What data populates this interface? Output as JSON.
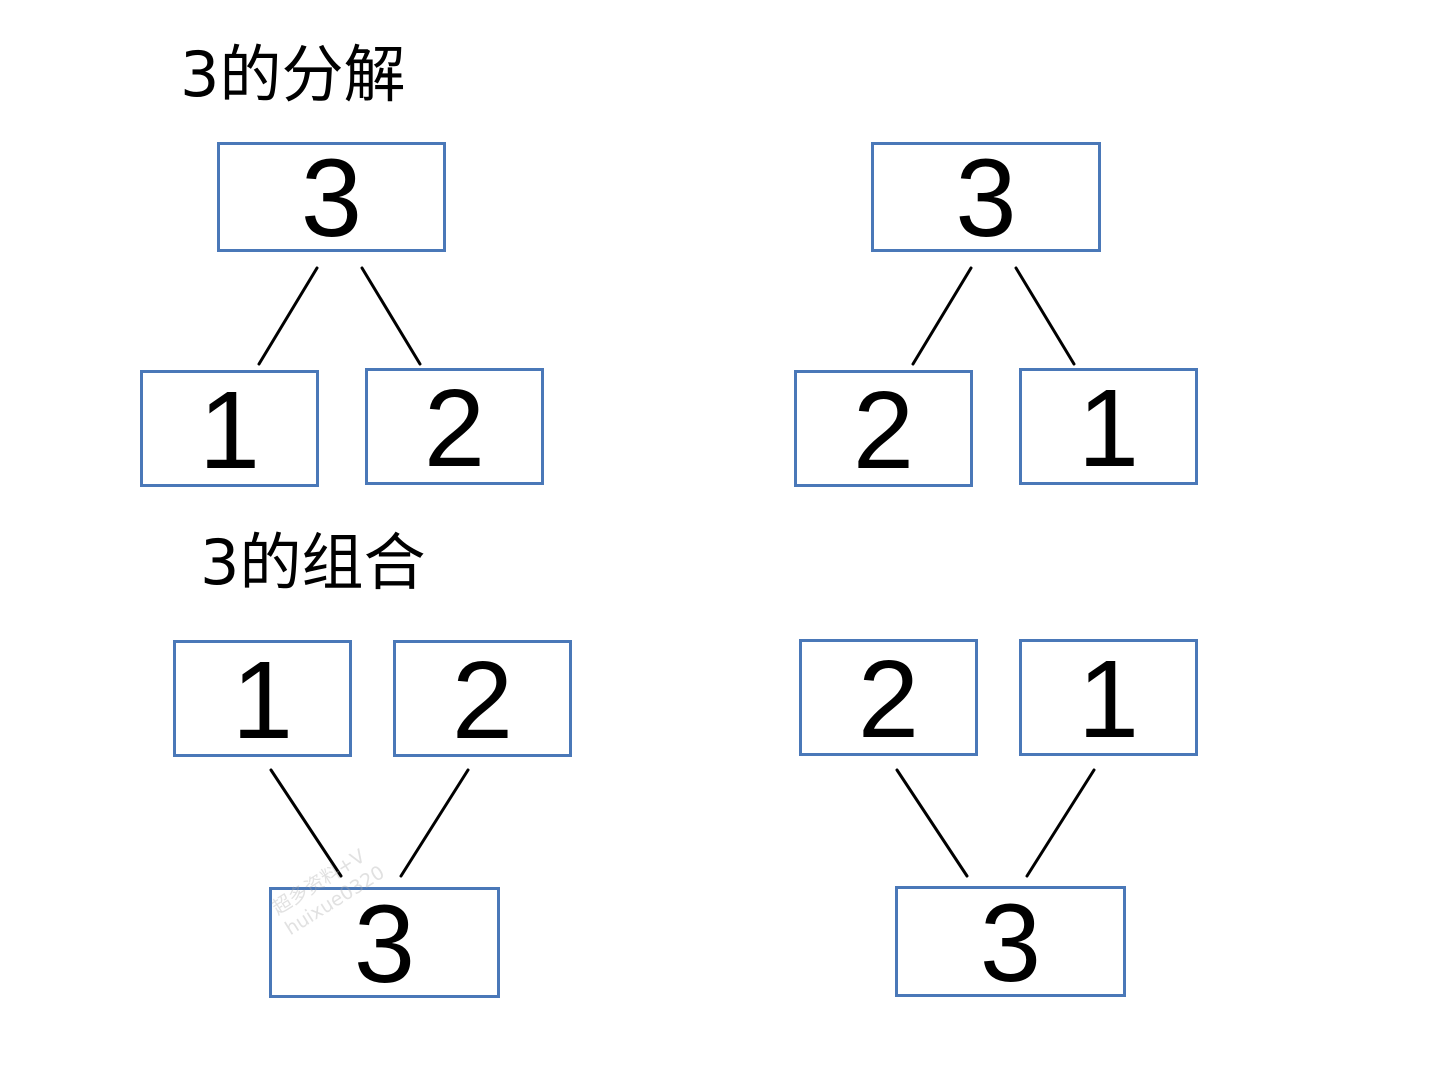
{
  "headings": {
    "decompose": "3的分解",
    "compose": "3的组合"
  },
  "decompose": [
    {
      "whole": "3",
      "part_left": "1",
      "part_right": "2"
    },
    {
      "whole": "3",
      "part_left": "2",
      "part_right": "1"
    }
  ],
  "compose": [
    {
      "part_left": "1",
      "part_right": "2",
      "whole": "3"
    },
    {
      "part_left": "2",
      "part_right": "1",
      "whole": "3"
    }
  ],
  "watermark": {
    "line1": "超多资料+V",
    "line2": "huixue0320"
  },
  "colors": {
    "box_border": "#4a78b8",
    "text": "#000000",
    "connector": "#000000"
  }
}
